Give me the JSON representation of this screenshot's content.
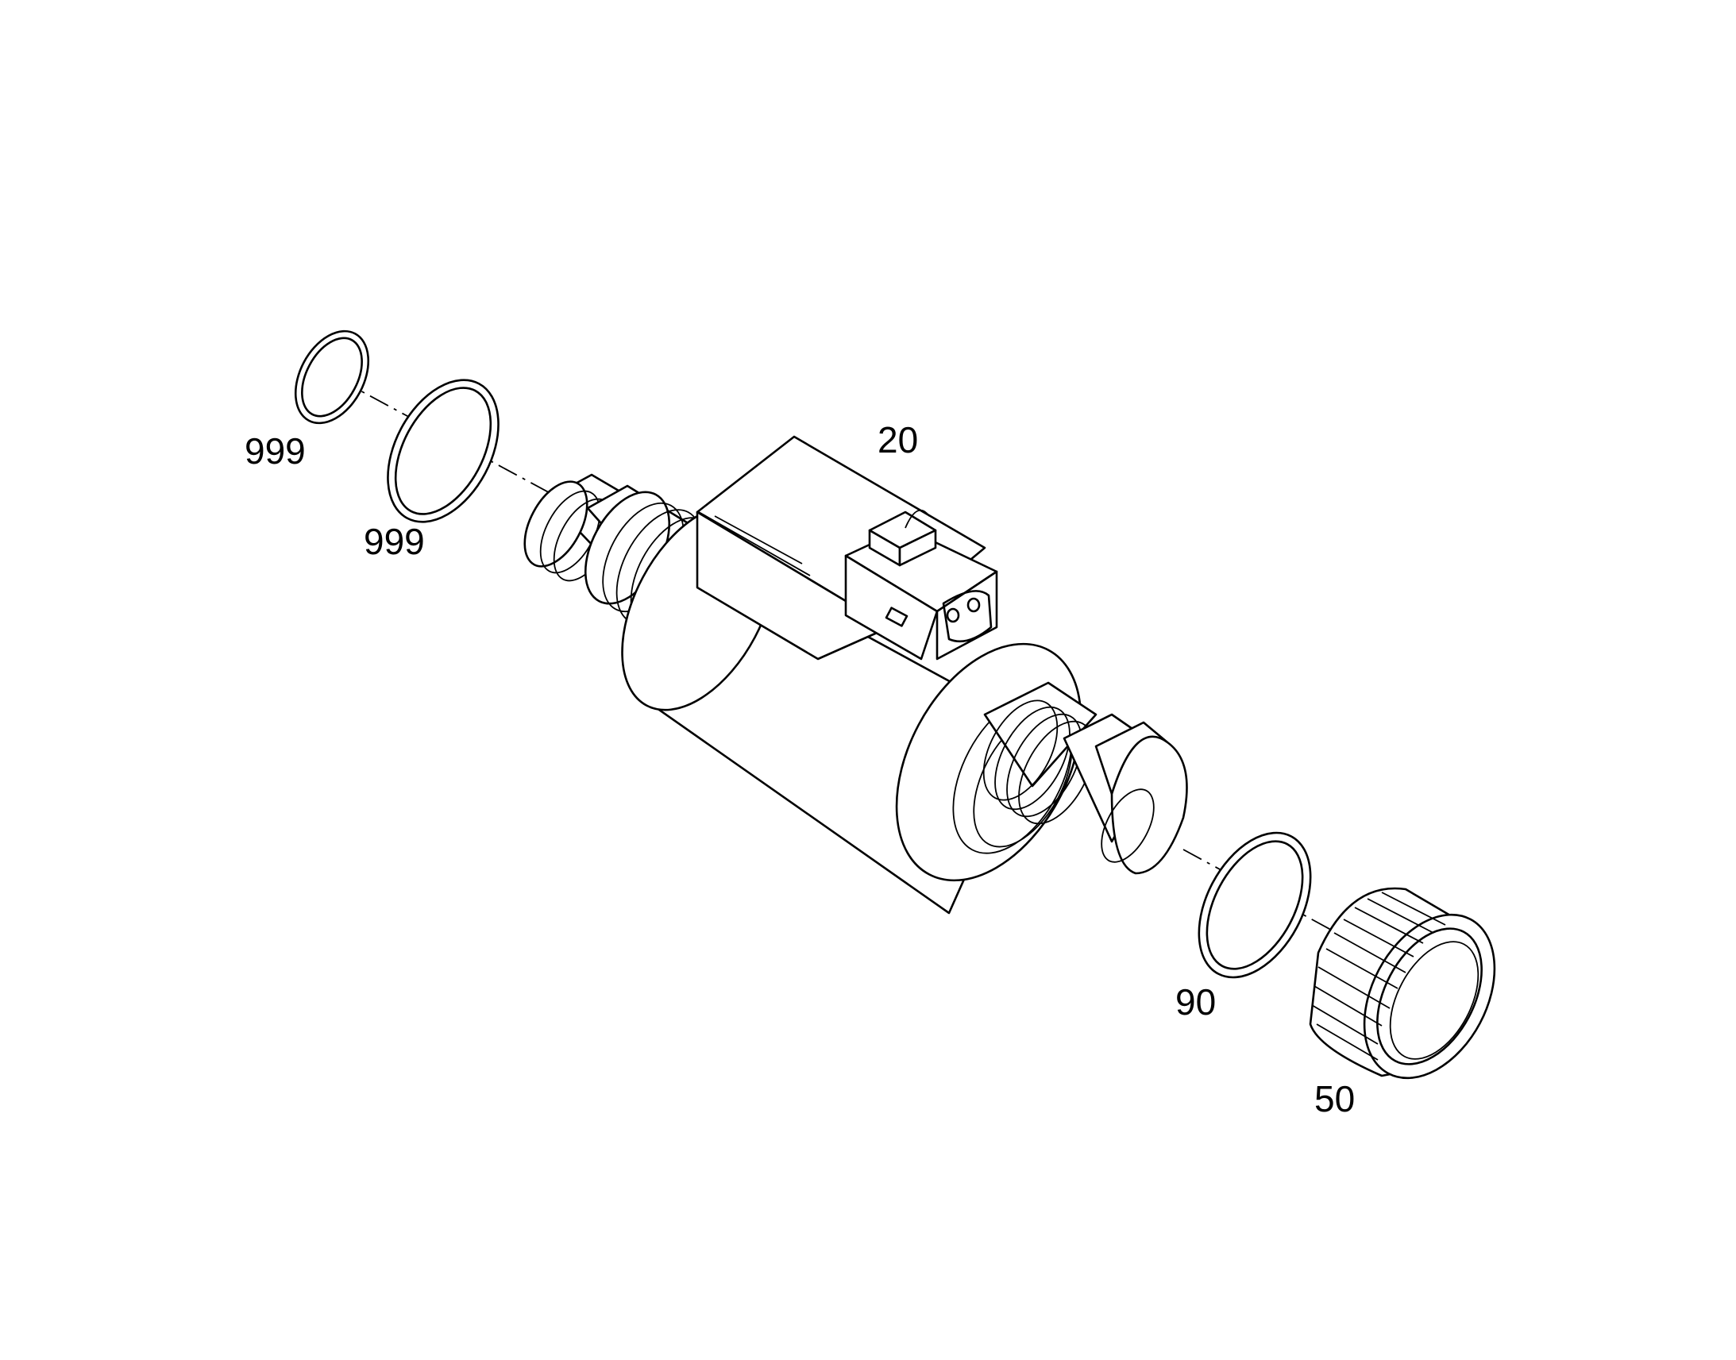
{
  "diagram": {
    "callouts": {
      "oring_small": "999",
      "oring_large": "999",
      "solenoid_valve": "20",
      "seal_ring": "90",
      "knurled_nut": "50"
    },
    "colors": {
      "line": "#000000",
      "background": "#ffffff"
    }
  }
}
